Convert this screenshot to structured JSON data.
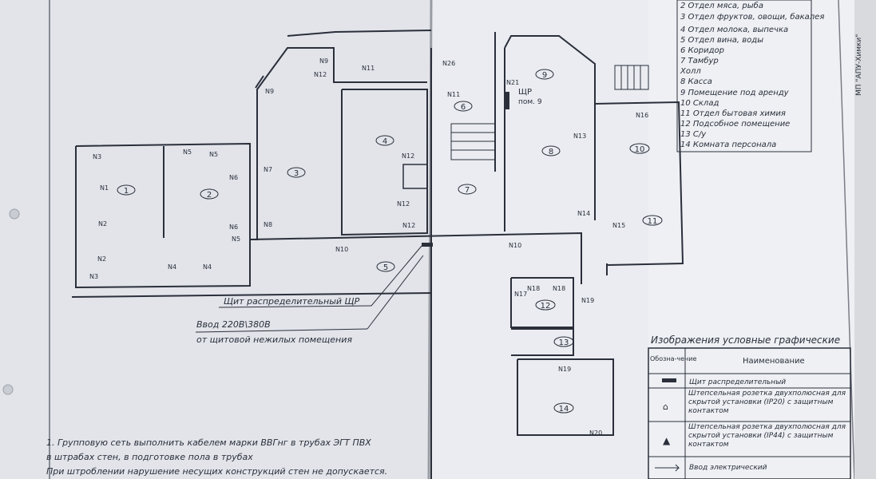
{
  "legend_rooms": [
    "2 Отдел мяса, рыба",
    "3 Отдел фруктов, овощи, бакалея",
    "4 Отдел молока, выпечка",
    "5 Отдел вина, воды",
    "6 Коридор",
    "7 Тамбур",
    "Холл",
    "8 Касса",
    "9 Помещение под аренду",
    "10 Склад",
    "11 Отдел бытовая химия",
    "12 Подсобное помещение",
    "13 С/у",
    "14 Комната персонала"
  ],
  "stamp_text": "МП \"АПУ-Химки\"",
  "room_numbers": [
    "1",
    "2",
    "3",
    "4",
    "5",
    "6",
    "7",
    "8",
    "9",
    "10",
    "11",
    "12",
    "13",
    "14"
  ],
  "outlet_labels": [
    "N1",
    "N2",
    "N3",
    "N4",
    "N5",
    "N6",
    "N7",
    "N8",
    "N9",
    "N10",
    "N11",
    "N12",
    "N13",
    "N14",
    "N15",
    "N16",
    "N17",
    "N18",
    "N19",
    "N20",
    "N21",
    "N26"
  ],
  "panel_label": "ЩР",
  "panel_room": "пом. 9",
  "callout_panel": "Щит распределительный ЩР",
  "callout_input_1": "Ввод 220В\\380В",
  "callout_input_2": "от щитовой нежилых помещения",
  "notes": [
    "1. Групповую сеть выполнить кабелем марки ВВГнг в трубах ЭГТ ПВХ",
    "в штрабах стен, в подготовке пола в трубах",
    "При штроблении нарушение несущих конструкций стен не допускается."
  ],
  "symbols_legend": {
    "title": "Изображения условные графические",
    "col_symbol": "Обозна-чение",
    "col_name": "Наименование",
    "rows": [
      {
        "name": "Щит распределительный",
        "icon": "panel-symbol"
      },
      {
        "name": "Штепсельная розетка двухполюсная для скрытой установки (IP20) с защитным контактом",
        "icon": "socket-ip20-symbol"
      },
      {
        "name": "Штепсельная розетка двухполюсная для скрытой установки (IP44) с защитным контактом",
        "icon": "socket-ip44-symbol"
      },
      {
        "name": "Ввод электрический",
        "icon": "input-arrow-symbol"
      }
    ]
  },
  "colors": {
    "paper_left": "#e4e6ec",
    "paper_right": "#eceef2",
    "ink": "#2a2f3a",
    "background": "#8a8d92"
  }
}
